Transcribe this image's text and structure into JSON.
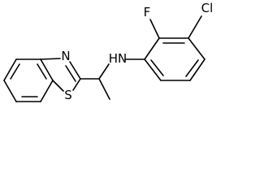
{
  "molecule": {
    "atom_labels": {
      "nitrogen_ring": "N",
      "sulfur": "S",
      "amine": "HN",
      "fluorine": "F",
      "chlorine": "Cl"
    }
  }
}
